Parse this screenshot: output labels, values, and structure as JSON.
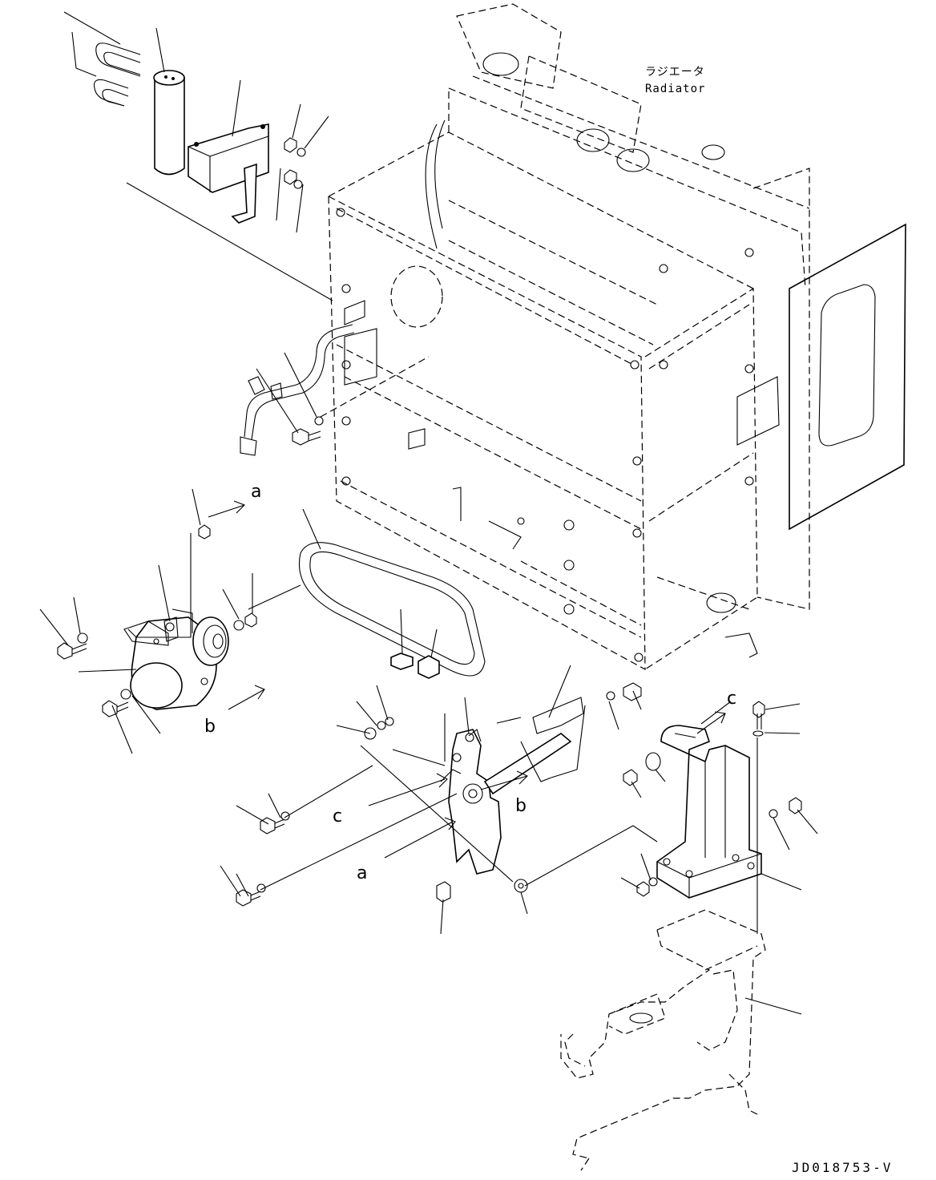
{
  "labels": {
    "radiator_jp": "ラジエータ",
    "radiator_en": "Radiator",
    "drawing_code": "JD018753-V"
  },
  "ref_marks": {
    "a": "a",
    "b": "b",
    "c": "c"
  }
}
